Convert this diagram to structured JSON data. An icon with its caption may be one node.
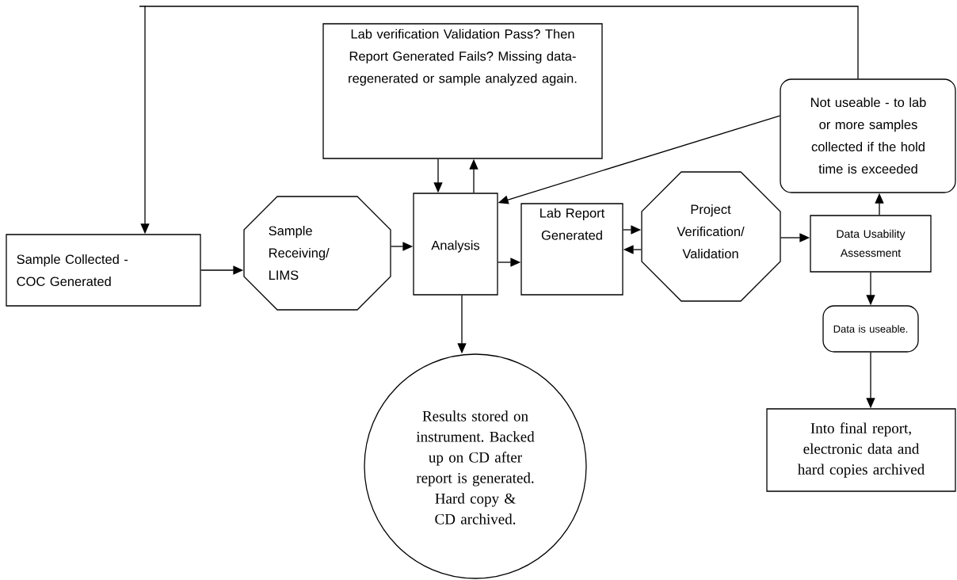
{
  "diagram": {
    "nodes": [
      {
        "text": [
          "Sample Collected - COC Generated"
        ]
      },
      {
        "text": [
          "Sample Receiving/ LIMS"
        ]
      },
      {
        "text": [
          "Lab verification Validation Pass? Then Report Generated Fails? Missing data-regenerated or sample analyzed again."
        ]
      },
      {
        "text": [
          "Analysis"
        ]
      },
      {
        "text": [
          "Lab Report Generated"
        ]
      },
      {
        "text": [
          "Project Verification/ Validation"
        ]
      },
      {
        "text": [
          "Data Usability Assessment"
        ]
      },
      {
        "text": [
          "Not useable - to lab or more samples collected if the hold time is exceeded"
        ]
      },
      {
        "text": [
          "Data is useable."
        ]
      },
      {
        "text": [
          "Results stored on instrument. Backed up on CD after report is generated. Hard copy & CD archived."
        ]
      },
      {
        "text": [
          "Into final report, electronic data and hard copies archived"
        ]
      }
    ],
    "edges": [
      {
        "from": 0,
        "to": 1,
        "arrow": "to"
      },
      {
        "from": 1,
        "to": 3,
        "arrow": "to"
      },
      {
        "from": 2,
        "to": 3,
        "arrow": "to"
      },
      {
        "from": 3,
        "to": 2,
        "arrow": "to"
      },
      {
        "from": 3,
        "to": 4,
        "arrow": "to"
      },
      {
        "from": 4,
        "to": 5,
        "arrow": "to"
      },
      {
        "from": 5,
        "to": 4,
        "arrow": "to"
      },
      {
        "from": 5,
        "to": 6,
        "arrow": "to"
      },
      {
        "from": 6,
        "to": 7,
        "arrow": "to"
      },
      {
        "from": 7,
        "to": 3,
        "arrow": "to"
      },
      {
        "from": 6,
        "to": 8,
        "arrow": "to"
      },
      {
        "from": 8,
        "to": 10,
        "arrow": "to"
      },
      {
        "from": 3,
        "to": 9,
        "arrow": "to"
      },
      {
        "from": 7,
        "to": 0,
        "arrow": "to"
      }
    ]
  }
}
